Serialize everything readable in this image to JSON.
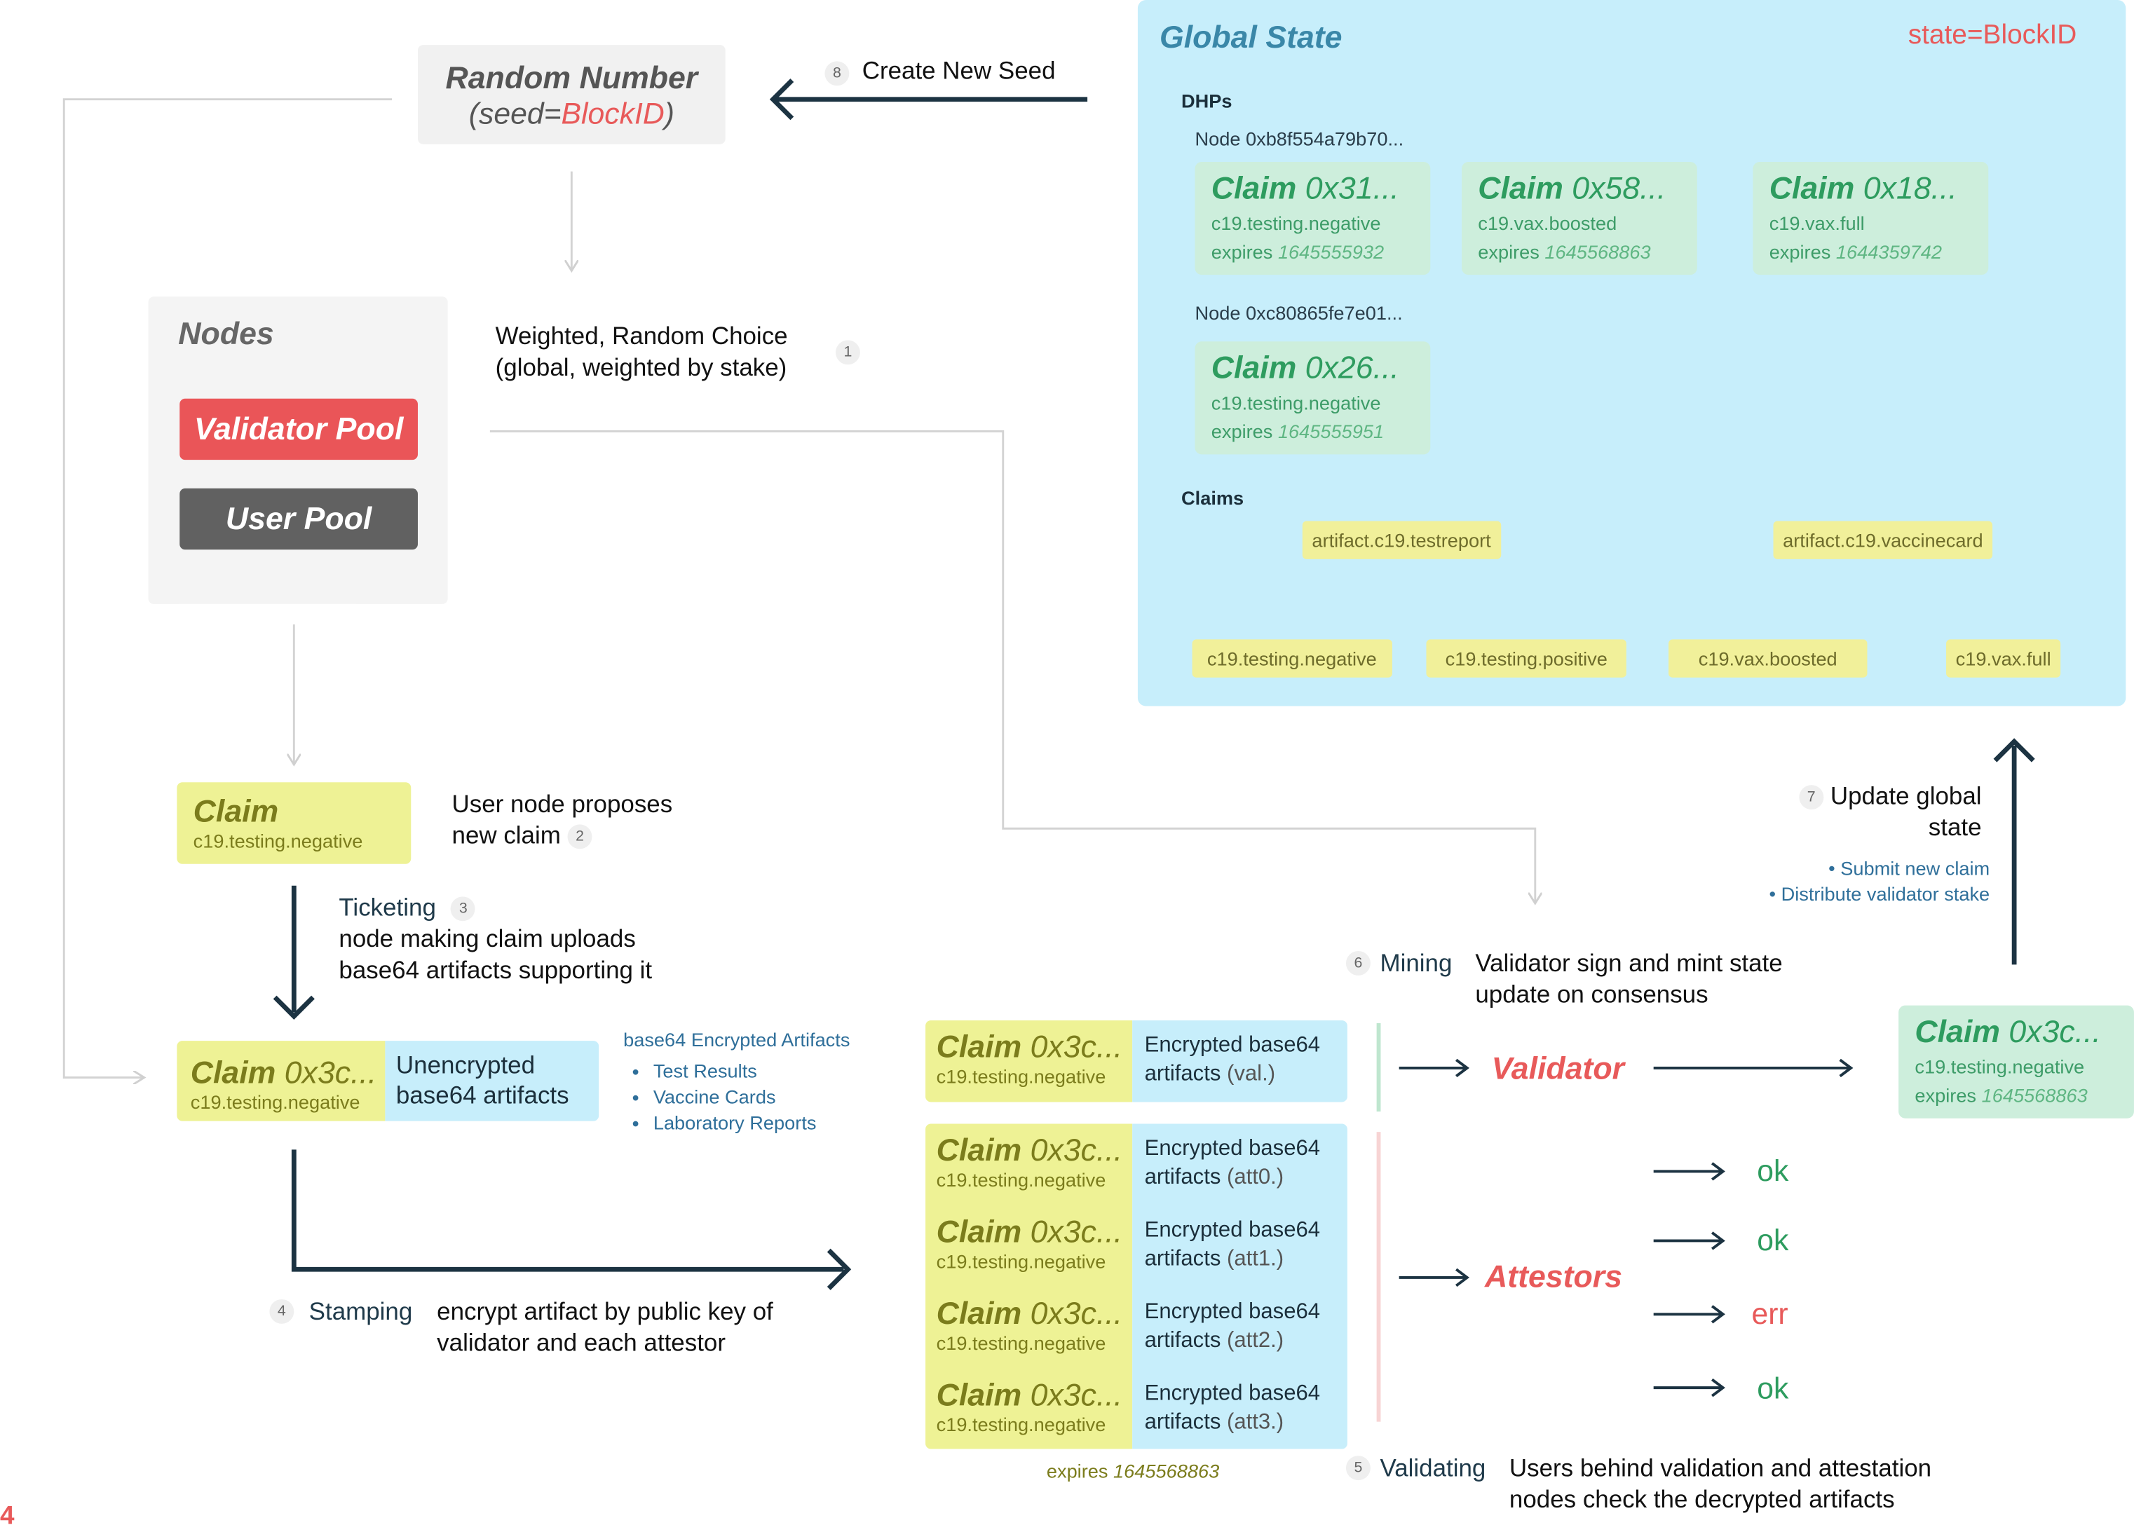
{
  "page_marker": "4",
  "random_number": {
    "title": "Random Number",
    "seed_prefix": "(seed=",
    "seed_value": "BlockID",
    "seed_suffix": ")"
  },
  "steps": {
    "s1": {
      "num": "1",
      "line1": "Weighted, Random Choice",
      "line2": "(global, weighted by stake)"
    },
    "s2": {
      "num": "2",
      "line1": "User node proposes",
      "line2": "new claim"
    },
    "s3": {
      "num": "3",
      "title": "Ticketing",
      "line1": "node making claim uploads",
      "line2": "base64 artifacts supporting it"
    },
    "s4": {
      "num": "4",
      "title": "Stamping",
      "line1": "encrypt artifact by public key of",
      "line2": "validator and each attestor"
    },
    "s5": {
      "num": "5",
      "title": "Validating",
      "line1": "Users behind validation and attestation",
      "line2": "nodes check the decrypted artifacts"
    },
    "s6": {
      "num": "6",
      "title": "Mining",
      "line1": "Validator sign and mint state",
      "line2": "update on consensus"
    },
    "s7": {
      "num": "7",
      "line1": "Update global",
      "line2": "state",
      "bullets": [
        "Submit new claim",
        "Distribute validator stake"
      ]
    },
    "s8": {
      "num": "8",
      "label": "Create New Seed"
    }
  },
  "nodes": {
    "title": "Nodes",
    "validator_pool": "Validator Pool",
    "user_pool": "User Pool"
  },
  "proposed_claim": {
    "word": "Claim",
    "tag": "c19.testing.negative"
  },
  "ticket_claim": {
    "word": "Claim",
    "hash": "0x3c...",
    "tag": "c19.testing.negative",
    "artifacts_line1": "Unencrypted",
    "artifacts_line2": "base64 artifacts"
  },
  "artifacts_note": {
    "title": "base64 Encrypted Artifacts",
    "items": [
      "Test Results",
      "Vaccine Cards",
      "Laboratory Reports"
    ]
  },
  "encrypted": {
    "claim_word": "Claim",
    "hash": "0x3c...",
    "tag": "c19.testing.negative",
    "line1": "Encrypted base64",
    "artifacts_word": "artifacts",
    "val": "(val.)",
    "atts": [
      "(att0.)",
      "(att1.)",
      "(att2.)",
      "(att3.)"
    ],
    "expires_label": "expires",
    "expires_value": "1645568863"
  },
  "roles": {
    "validator": "Validator",
    "attestors": "Attestors"
  },
  "attestor_results": [
    "ok",
    "ok",
    "err",
    "ok"
  ],
  "final_claim": {
    "word": "Claim",
    "hash": "0x3c...",
    "tag": "c19.testing.negative",
    "expires_label": "expires",
    "expires_value": "1645568863"
  },
  "global_state": {
    "title": "Global State",
    "state_label": "state=BlockID",
    "dhps_label": "DHPs",
    "claims_label": "Claims",
    "nodes": [
      {
        "label": "Node 0xb8f554a79b70...",
        "claims": [
          {
            "word": "Claim",
            "hash": "0x31...",
            "tag": "c19.testing.negative",
            "expires_label": "expires",
            "expires": "1645555932"
          },
          {
            "word": "Claim",
            "hash": "0x58...",
            "tag": "c19.vax.boosted",
            "expires_label": "expires",
            "expires": "1645568863"
          },
          {
            "word": "Claim",
            "hash": "0x18...",
            "tag": "c19.vax.full",
            "expires_label": "expires",
            "expires": "1644359742"
          }
        ]
      },
      {
        "label": "Node 0xc80865fe7e01...",
        "claims": [
          {
            "word": "Claim",
            "hash": "0x26...",
            "tag": "c19.testing.negative",
            "expires_label": "expires",
            "expires": "1645555951"
          }
        ]
      }
    ],
    "artifacts": [
      "artifact.c19.testreport",
      "artifact.c19.vaccinecard"
    ],
    "claim_types": [
      "c19.testing.negative",
      "c19.testing.positive",
      "c19.vax.boosted",
      "c19.vax.full"
    ]
  },
  "colors": {
    "navy": "#1c3342",
    "red": "#e85a5a",
    "green": "#2e9c5f",
    "blue_bg": "#c7eefb",
    "yellow_bg": "#eef295",
    "green_bg": "#cdeedc"
  },
  "icons": [
    "arrow-right-icon",
    "arrow-left-icon",
    "arrow-down-icon",
    "arrow-up-icon"
  ]
}
